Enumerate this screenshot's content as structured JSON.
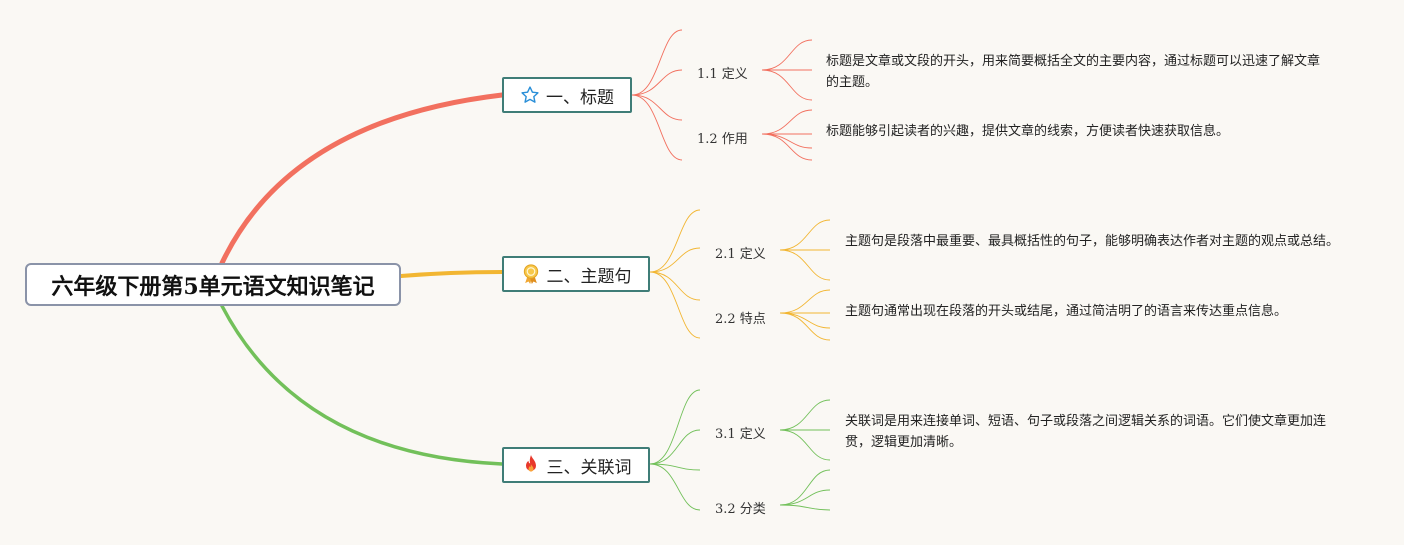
{
  "root": {
    "title": "六年级下册第5单元语文知识笔记"
  },
  "branches": [
    {
      "label": "一、标题",
      "icon": "star-icon",
      "color": "#f2705f",
      "subs": [
        {
          "label": "1.1 定义",
          "note": "标题是文章或文段的开头，用来简要概括全文的主要内容，通过标题可以迅速了解文章的主题。"
        },
        {
          "label": "1.2 作用",
          "note": "标题能够引起读者的兴趣，提供文章的线索，方便读者快速获取信息。"
        }
      ]
    },
    {
      "label": "二、主题句",
      "icon": "award-ribbon-icon",
      "color": "#f2b632",
      "subs": [
        {
          "label": "2.1 定义",
          "note": "主题句是段落中最重要、最具概括性的句子，能够明确表达作者对主题的观点或总结。"
        },
        {
          "label": "2.2 特点",
          "note": "主题句通常出现在段落的开头或结尾，通过简洁明了的语言来传达重点信息。"
        }
      ]
    },
    {
      "label": "三、关联词",
      "icon": "fire-icon",
      "color": "#72c05a",
      "subs": [
        {
          "label": "3.1 定义",
          "note": "关联词是用来连接单词、短语、句子或段落之间逻辑关系的词语。它们使文章更加连贯，逻辑更加清晰。"
        },
        {
          "label": "3.2 分类",
          "note": ""
        }
      ]
    }
  ]
}
